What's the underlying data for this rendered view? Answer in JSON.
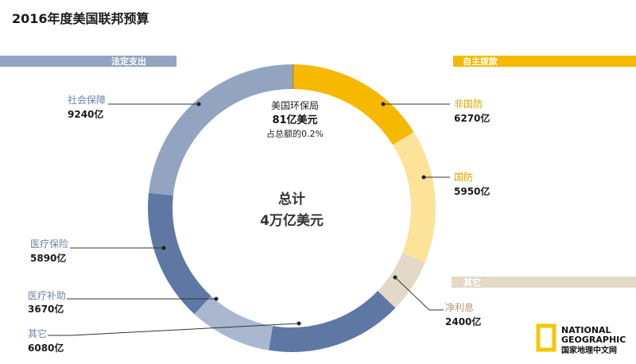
{
  "chart_data": {
    "type": "donut",
    "title": "2016年度美国联邦预算",
    "center_label": [
      "总计",
      "4万亿美元"
    ],
    "slices": [
      {
        "label": "美国环保局",
        "value": 81,
        "value_label": "81亿美元",
        "color": "#a98f4e"
      },
      {
        "label": "非国防",
        "value": 6270,
        "value_label": "6270亿",
        "color": "#f7b800"
      },
      {
        "label": "国防",
        "value": 5950,
        "value_label": "5950亿",
        "color": "#fde29a"
      },
      {
        "label": "净利息",
        "value": 2400,
        "value_label": "2400亿",
        "color": "#e4d8c8"
      },
      {
        "label": "其它",
        "value": 6080,
        "value_label": "6080亿",
        "color": "#5f78a3"
      },
      {
        "label": "医疗补助",
        "value": 3670,
        "value_label": "3670亿",
        "color": "#a9b8d0"
      },
      {
        "label": "医疗保险",
        "value": 5890,
        "value_label": "5890亿",
        "color": "#5f78a3"
      },
      {
        "label": "社会保障",
        "value": 9240,
        "value_label": "9240亿",
        "color": "#92a4c0"
      }
    ],
    "groups": [
      {
        "label": "法定支出",
        "color": "#92a4c0"
      },
      {
        "label": "自主拨款",
        "color": "#f7b800"
      },
      {
        "label": "其它",
        "color": "#e4d8c8"
      }
    ],
    "annotation": {
      "label": "美国环保局",
      "value": "81亿美元",
      "share": "占总额的0.2%"
    },
    "label_colors": {
      "mandatory": "#6c82a8",
      "discretionary": "#d9a300",
      "other": "#b89a6a"
    }
  },
  "logo": {
    "line1": "NATIONAL",
    "line2": "GEOGRAPHIC",
    "line3": "国家地理中文网",
    "border_color": "#f7c600"
  }
}
